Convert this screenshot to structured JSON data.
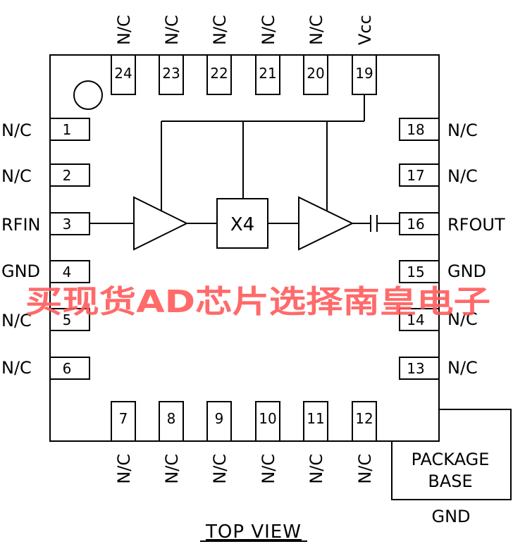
{
  "pins": [
    {
      "num": "1",
      "label": "N/C"
    },
    {
      "num": "2",
      "label": "N/C"
    },
    {
      "num": "3",
      "label": "RFIN"
    },
    {
      "num": "4",
      "label": "GND"
    },
    {
      "num": "5",
      "label": "N/C"
    },
    {
      "num": "6",
      "label": "N/C"
    },
    {
      "num": "7",
      "label": "N/C"
    },
    {
      "num": "8",
      "label": "N/C"
    },
    {
      "num": "9",
      "label": "N/C"
    },
    {
      "num": "10",
      "label": "N/C"
    },
    {
      "num": "11",
      "label": "N/C"
    },
    {
      "num": "12",
      "label": "N/C"
    },
    {
      "num": "13",
      "label": "N/C"
    },
    {
      "num": "14",
      "label": "N/C"
    },
    {
      "num": "15",
      "label": "GND"
    },
    {
      "num": "16",
      "label": "RFOUT"
    },
    {
      "num": "17",
      "label": "N/C"
    },
    {
      "num": "18",
      "label": "N/C"
    },
    {
      "num": "19",
      "label": "Vcc"
    },
    {
      "num": "20",
      "label": "N/C"
    },
    {
      "num": "21",
      "label": "N/C"
    },
    {
      "num": "22",
      "label": "N/C"
    },
    {
      "num": "23",
      "label": "N/C"
    },
    {
      "num": "24",
      "label": "N/C"
    }
  ],
  "multiplier_label": "X4",
  "package_base": {
    "line1": "PACKAGE",
    "line2": "BASE",
    "ground_label": "GND"
  },
  "view_label": "TOP VIEW",
  "watermark": "买现货AD芯片选择南皇电子",
  "colors": {
    "line": "#000000",
    "watermark": "#ff5a5a"
  }
}
